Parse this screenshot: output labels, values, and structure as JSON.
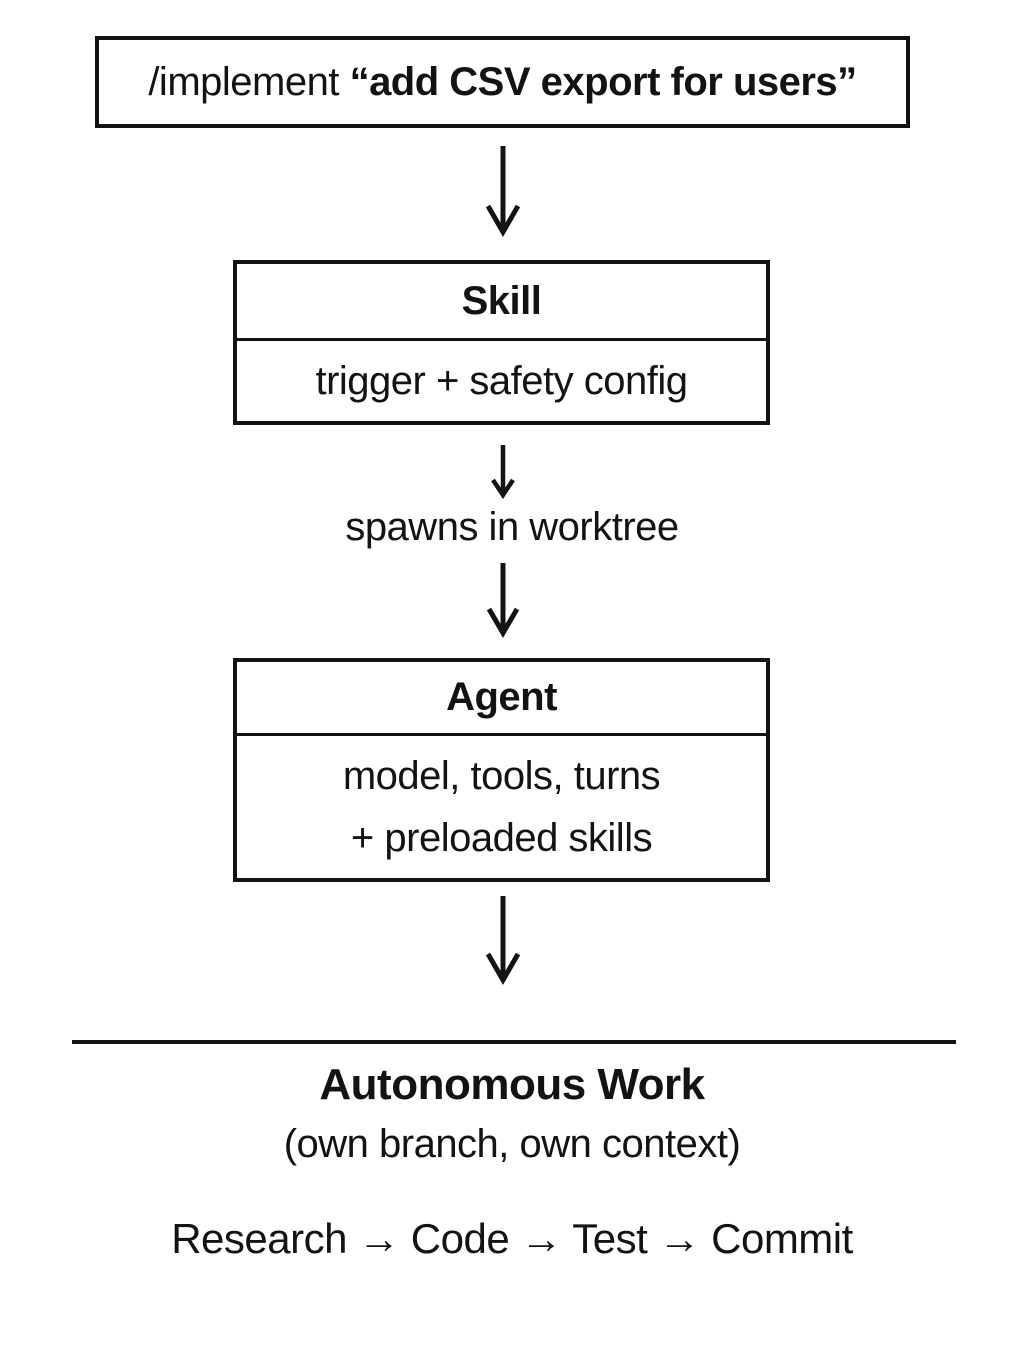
{
  "colors": {
    "ink": "#131313",
    "background": "#ffffff"
  },
  "command": {
    "prefix": "/implement ",
    "argument": "“add CSV export for users”"
  },
  "skill": {
    "title": "Skill",
    "subtitle": "trigger + safety config"
  },
  "spawn_label": "spawns in worktree",
  "agent": {
    "title": "Agent",
    "body_line1": "model, tools, turns",
    "body_line2": "+ preloaded skills"
  },
  "outcome": {
    "title": "Autonomous Work",
    "subtitle": "(own branch, own context)",
    "pipeline": "Research → Code → Test → Commit"
  }
}
